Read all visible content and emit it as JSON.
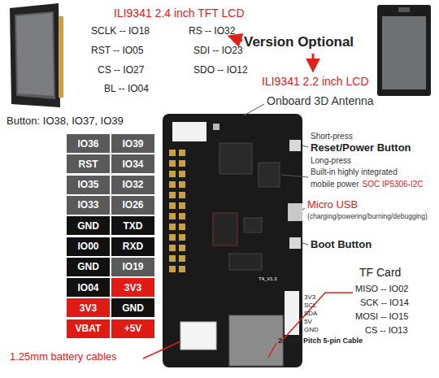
{
  "diagram": {
    "nodes": [
      {
        "text": [
          "IO36"
        ]
      },
      {
        "text": [
          "IO39"
        ]
      },
      {
        "text": [
          "RST"
        ]
      },
      {
        "text": [
          "IO34"
        ]
      },
      {
        "text": [
          "IO35"
        ]
      },
      {
        "text": [
          "IO32"
        ]
      },
      {
        "text": [
          "IO33"
        ]
      },
      {
        "text": [
          "IO26"
        ]
      },
      {
        "text": [
          "GND"
        ]
      },
      {
        "text": [
          "TXD"
        ]
      },
      {
        "text": [
          "IO00"
        ]
      },
      {
        "text": [
          "RXD"
        ]
      },
      {
        "text": [
          "GND"
        ]
      },
      {
        "text": [
          "IO19"
        ]
      },
      {
        "text": [
          "IO04"
        ]
      },
      {
        "text": [
          "3V3"
        ]
      },
      {
        "text": [
          "3V3"
        ]
      },
      {
        "text": [
          "GND"
        ]
      },
      {
        "text": [
          "VBAT"
        ]
      },
      {
        "text": [
          "+5V"
        ]
      }
    ],
    "labels": [
      "ILI9341 2.4 inch TFT LCD",
      "SCLK -- IO18",
      "RS -- IO32",
      "RST -- IO05",
      "SDI -- IO23",
      "CS -- IO27",
      "SDO -- IO12",
      "BL -- IO04",
      "Version Optional",
      "ILI9341 2.2 inch LCD",
      "Onboard 3D Antenna",
      "Button: IO38, IO37, IO39",
      "Short-press",
      "Reset/Power Button",
      "Long-press",
      "Built-in highly integrated",
      "mobile power",
      "SOC IP5306-I2C",
      "Micro USB",
      "(charging/powering/burning/debugging)",
      "Boot Button",
      "TF Card",
      "MISO -- IO02",
      "SCK -- IO14",
      "MOSI -- IO15",
      "CS -- IO13",
      "3V3",
      "SCL",
      "SDA",
      "5V",
      "GND",
      "2.0mm Pitch 5-pin Cable",
      "1.25mm battery cables",
      "T4_V1.3"
    ]
  }
}
